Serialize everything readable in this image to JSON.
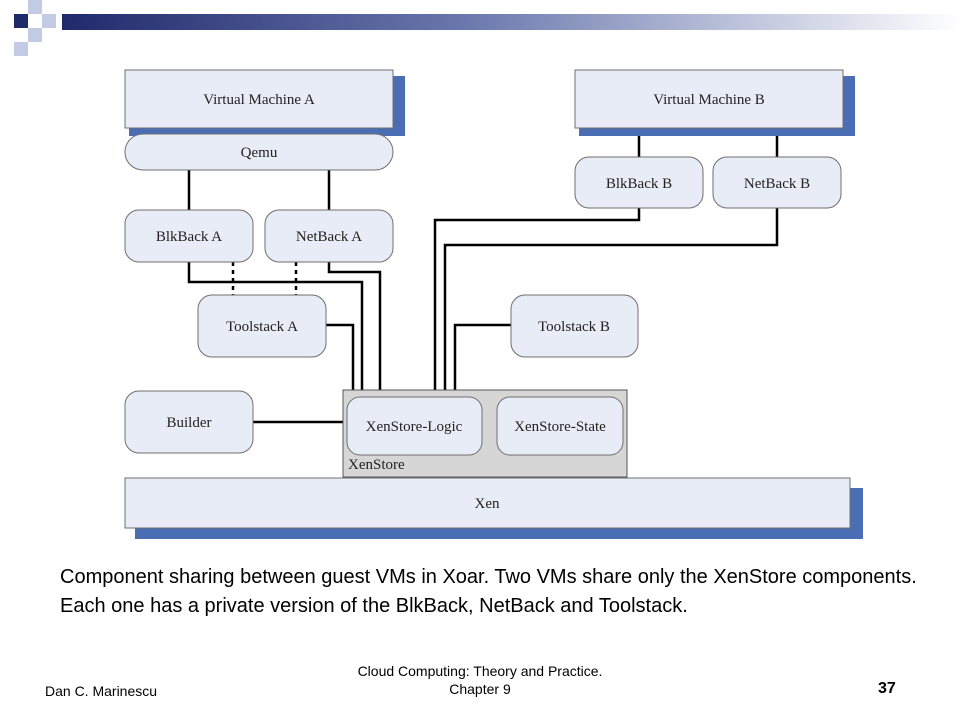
{
  "diagram": {
    "vm_a": "Virtual Machine A",
    "vm_b": "Virtual Machine B",
    "qemu": "Qemu",
    "blkback_a": "BlkBack A",
    "netback_a": "NetBack A",
    "blkback_b": "BlkBack B",
    "netback_b": "NetBack B",
    "toolstack_a": "Toolstack A",
    "toolstack_b": "Toolstack B",
    "builder": "Builder",
    "xenstore_logic": "XenStore-Logic",
    "xenstore_state": "XenStore-State",
    "xenstore": "XenStore",
    "xen": "Xen"
  },
  "caption": "Component sharing between guest VMs in  Xoar. Two VMs share only the XenStore components. Each one has a private version of the BlkBack, NetBack and Toolstack.",
  "footer": {
    "author": "Dan C. Marinescu",
    "title_line1": "Cloud Computing: Theory and Practice.",
    "title_line2": "Chapter 9",
    "page_number": "37"
  },
  "colors": {
    "box_fill": "#e8ecf6",
    "box_shadow": "#4a6db3",
    "xenstore_fill": "#d6d6d6",
    "accent_dark": "#1f2a6b",
    "accent_light": "#a9b4d6"
  }
}
